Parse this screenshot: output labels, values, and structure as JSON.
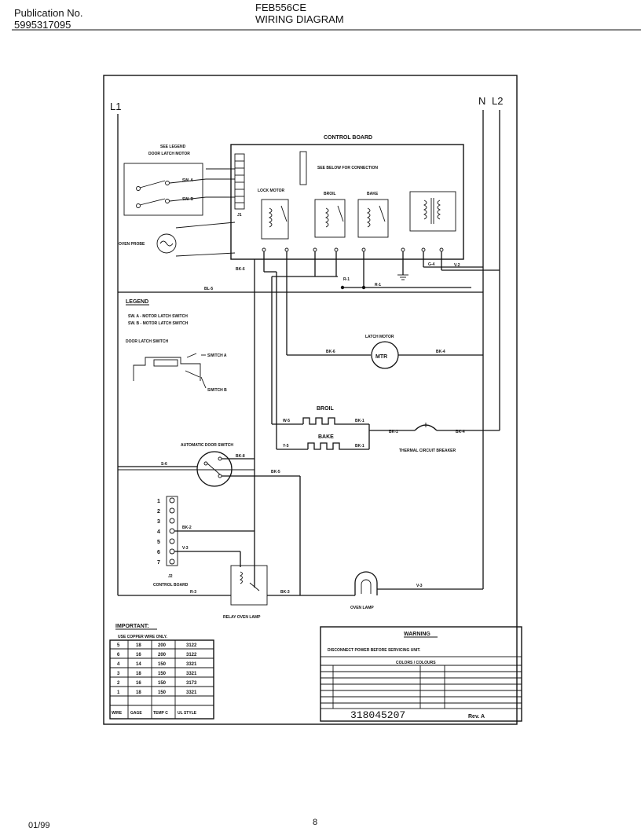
{
  "header": {
    "pub_label": "Publication No.",
    "pub_number": "5995317095",
    "model": "FEB556CE",
    "title": "WIRING DIAGRAM"
  },
  "footer": {
    "date": "01/99",
    "page": "8"
  },
  "diagram": {
    "l1": "L1",
    "n": "N",
    "l2": "L2",
    "control_board": "CONTROL BOARD",
    "see_legend": "SEE LEGEND",
    "door_latch_motor": "DOOR LATCH MOTOR",
    "see_below": "SEE BELOW FOR CONNECTION",
    "lock_motor": "LOCK MOTOR",
    "broil_relay": "BROIL",
    "bake_relay": "BAKE",
    "oven_probe": "OVEN PROBE",
    "switch_a_short": "SW. A",
    "switch_b_short": "SW. B",
    "latch_motor": "LATCH MOTOR",
    "mtr": "MTR",
    "broil": "BROIL",
    "bake": "BAKE",
    "thermal_breaker": "THERMAL CIRCUIT BREAKER",
    "auto_door_switch": "AUTOMATIC DOOR SWITCH",
    "control_board_j2": "CONTROL BOARD",
    "relay_oven_lamp": "RELAY OVEN LAMP",
    "oven_lamp": "OVEN LAMP",
    "legend_title": "LEGEND",
    "legend_line1": "SW. A - MOTOR LATCH SWITCH",
    "legend_line2": "SW. B - MOTOR LATCH SWITCH",
    "door_latch_switch": "DOOR LATCH SWITCH",
    "switch_a": "SWITCH A",
    "switch_b": "SWITCH B",
    "wire_labels": {
      "r1": "R-1",
      "r1b": "R-1",
      "bk4": "BK-4",
      "bk6": "BK-6",
      "bk6b": "BK-6",
      "bk1": "BK-1",
      "bk1b": "BK-1",
      "bk4b": "BK-4",
      "bl5": "BL-5",
      "v2": "V-2",
      "g4": "G-4",
      "w5": "W-5",
      "y5": "Y-5",
      "r1c": "R-1",
      "bk2": "BK-2",
      "v3": "V-3",
      "r3": "R-3",
      "bk3": "BK-3",
      "v3b": "V-3",
      "bk5": "BK-5",
      "s6": "S-6",
      "bk8": "BK-8"
    },
    "j2_pins": [
      "1",
      "2",
      "3",
      "4",
      "5",
      "6",
      "7"
    ],
    "j2_label": "J2",
    "j1_label": "J1"
  },
  "important": {
    "title": "IMPORTANT:",
    "note": "USE COPPER WIRE ONLY.",
    "rows": [
      [
        "5",
        "18",
        "200",
        "3122"
      ],
      [
        "6",
        "16",
        "200",
        "3122"
      ],
      [
        "4",
        "14",
        "150",
        "3321"
      ],
      [
        "3",
        "18",
        "150",
        "3321"
      ],
      [
        "2",
        "16",
        "150",
        "3173"
      ],
      [
        "1",
        "18",
        "150",
        "3321"
      ]
    ],
    "footer_cols": [
      "WIRE",
      "GAGE",
      "TEMP C",
      "UL STYLE"
    ]
  },
  "warning": {
    "title": "WARNING",
    "note": "DISCONNECT POWER BEFORE SERVICING UNIT.",
    "colors_title": "COLORS / COLOURS",
    "part_number": "318045207",
    "rev": "Rev. A"
  }
}
